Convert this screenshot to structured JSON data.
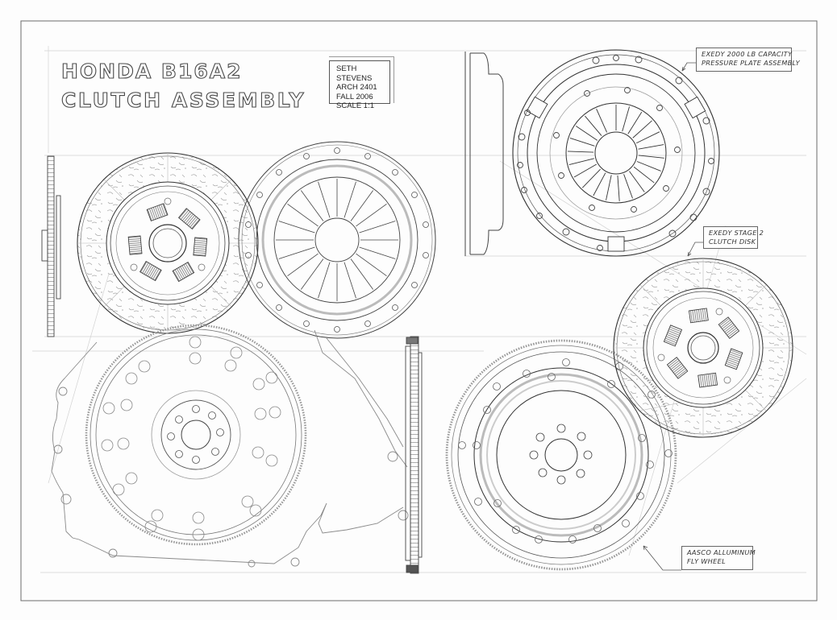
{
  "drawing": {
    "title": {
      "line1": "HONDA B16A2",
      "line2": "CLUTCH ASSEMBLY"
    },
    "title_block": {
      "author": "SETH STEVENS",
      "course": "ARCH 2401",
      "term": "FALL 2006",
      "scale": "SCALE 1:1"
    },
    "callouts": [
      {
        "id": "pressure-plate",
        "line1": "EXEDY 2000 LB CAPACITY",
        "line2": "PRESSURE PLATE ASSEMBLY"
      },
      {
        "id": "clutch-disk",
        "line1": "EXEDY STAGE 2",
        "line2": "CLUTCH DISK"
      },
      {
        "id": "flywheel",
        "line1": "AASCO ALLUMINUM",
        "line2": "FLY WHEEL"
      }
    ],
    "components": [
      {
        "name": "clutch-disk-exploded",
        "view": "front + side profile"
      },
      {
        "name": "pressure-plate-exploded",
        "view": "front"
      },
      {
        "name": "stock-flywheel-with-bellhousing",
        "view": "front"
      },
      {
        "name": "flywheel-side-profile",
        "view": "side"
      },
      {
        "name": "pressure-plate-detail",
        "view": "front + side profile"
      },
      {
        "name": "clutch-disk-detail",
        "view": "front"
      },
      {
        "name": "aluminum-flywheel-detail",
        "view": "front"
      }
    ],
    "colors": {
      "paper": "#fdfdfd",
      "ink": "#3a3a3a",
      "light_ink": "#9a9a9a",
      "construction": "#c8c8c8"
    }
  }
}
